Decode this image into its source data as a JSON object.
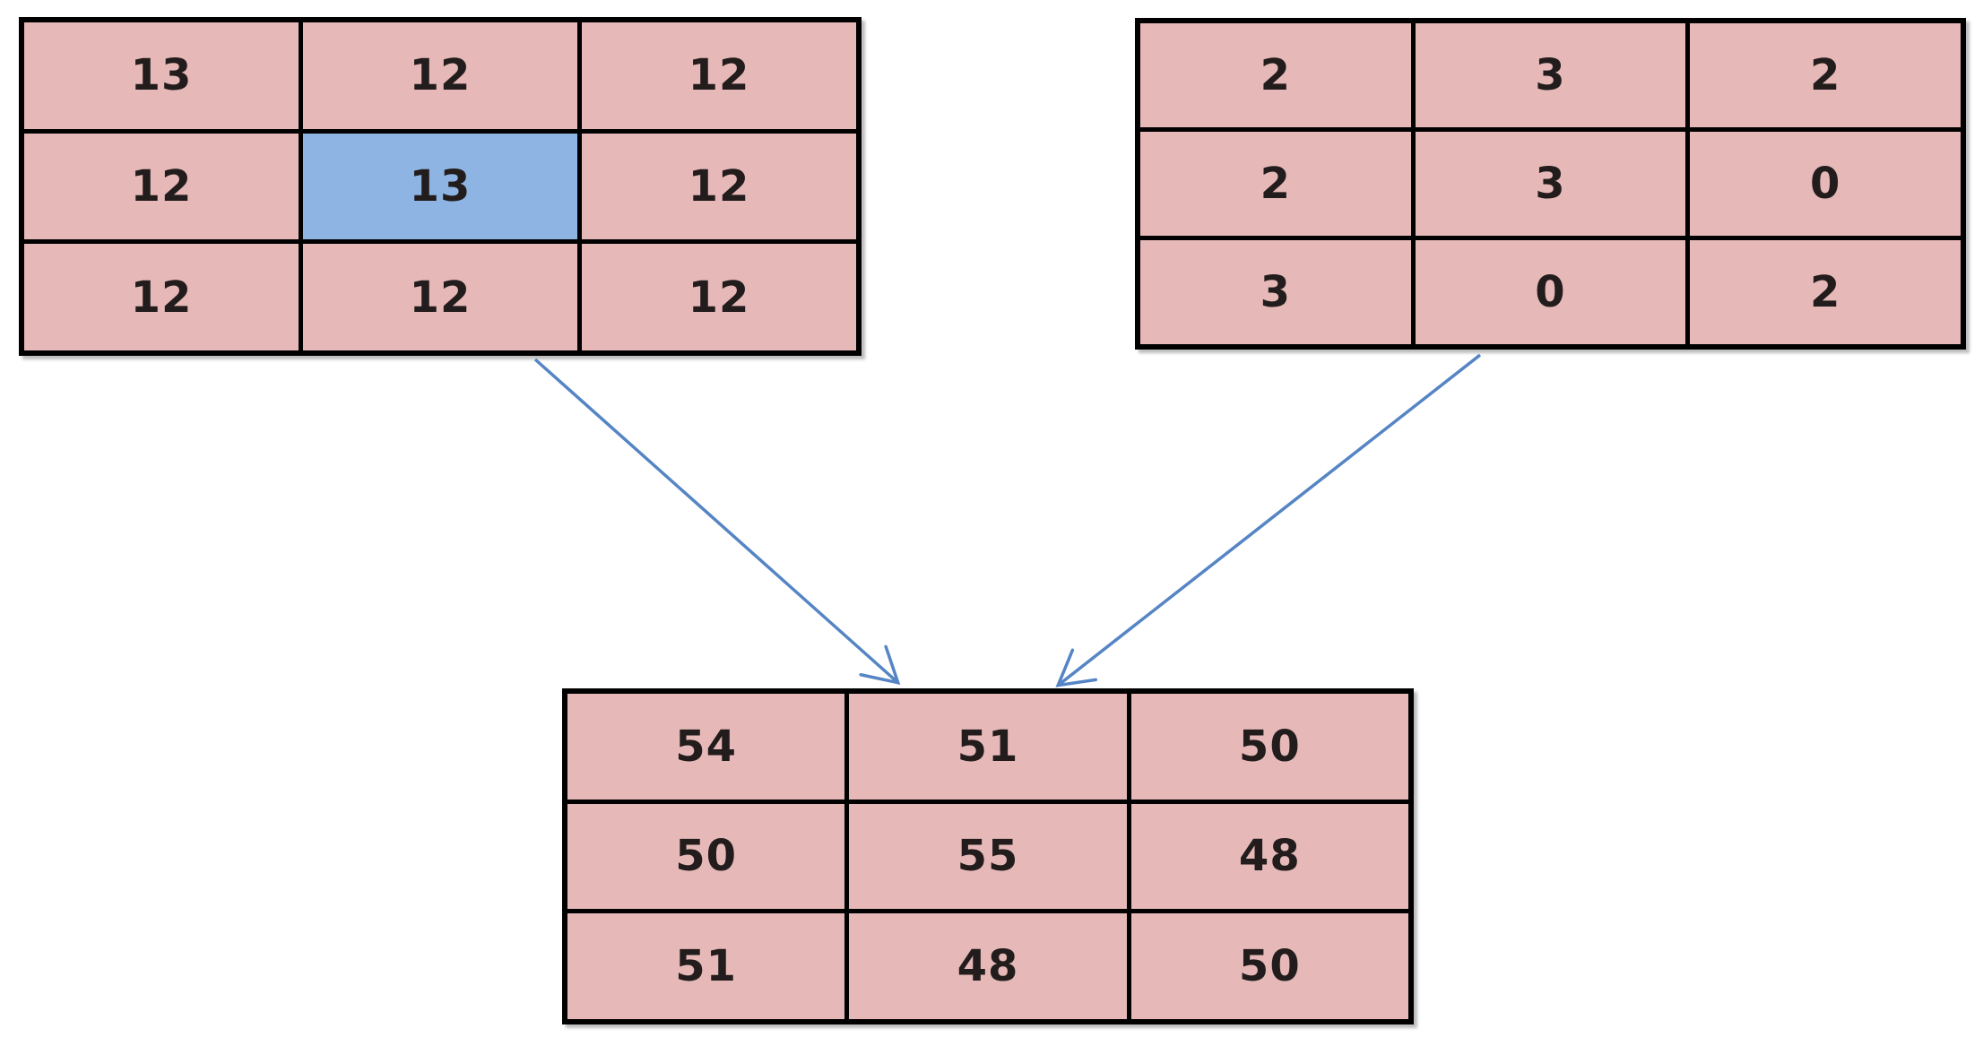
{
  "colors": {
    "page_bg": "#ffffff",
    "cell_fill": "#e6b9b8",
    "highlight_fill": "#8db4e2",
    "border_color": "#000000",
    "arrow_color": "#5585c4",
    "text_color": "#221c1c"
  },
  "grids": {
    "top_left": {
      "rows": [
        [
          "13",
          "12",
          "12"
        ],
        [
          "12",
          "13",
          "12"
        ],
        [
          "12",
          "12",
          "12"
        ]
      ],
      "highlight": {
        "row": 1,
        "col": 1
      }
    },
    "top_right": {
      "rows": [
        [
          "2",
          "3",
          "2"
        ],
        [
          "2",
          "3",
          "0"
        ],
        [
          "3",
          "0",
          "2"
        ]
      ]
    },
    "bottom": {
      "rows": [
        [
          "54",
          "51",
          "50"
        ],
        [
          "50",
          "55",
          "48"
        ],
        [
          "51",
          "48",
          "50"
        ]
      ]
    }
  },
  "arrows": [
    {
      "from": "top_left_matrix",
      "to": "bottom_matrix"
    },
    {
      "from": "top_right_matrix",
      "to": "bottom_matrix"
    }
  ]
}
